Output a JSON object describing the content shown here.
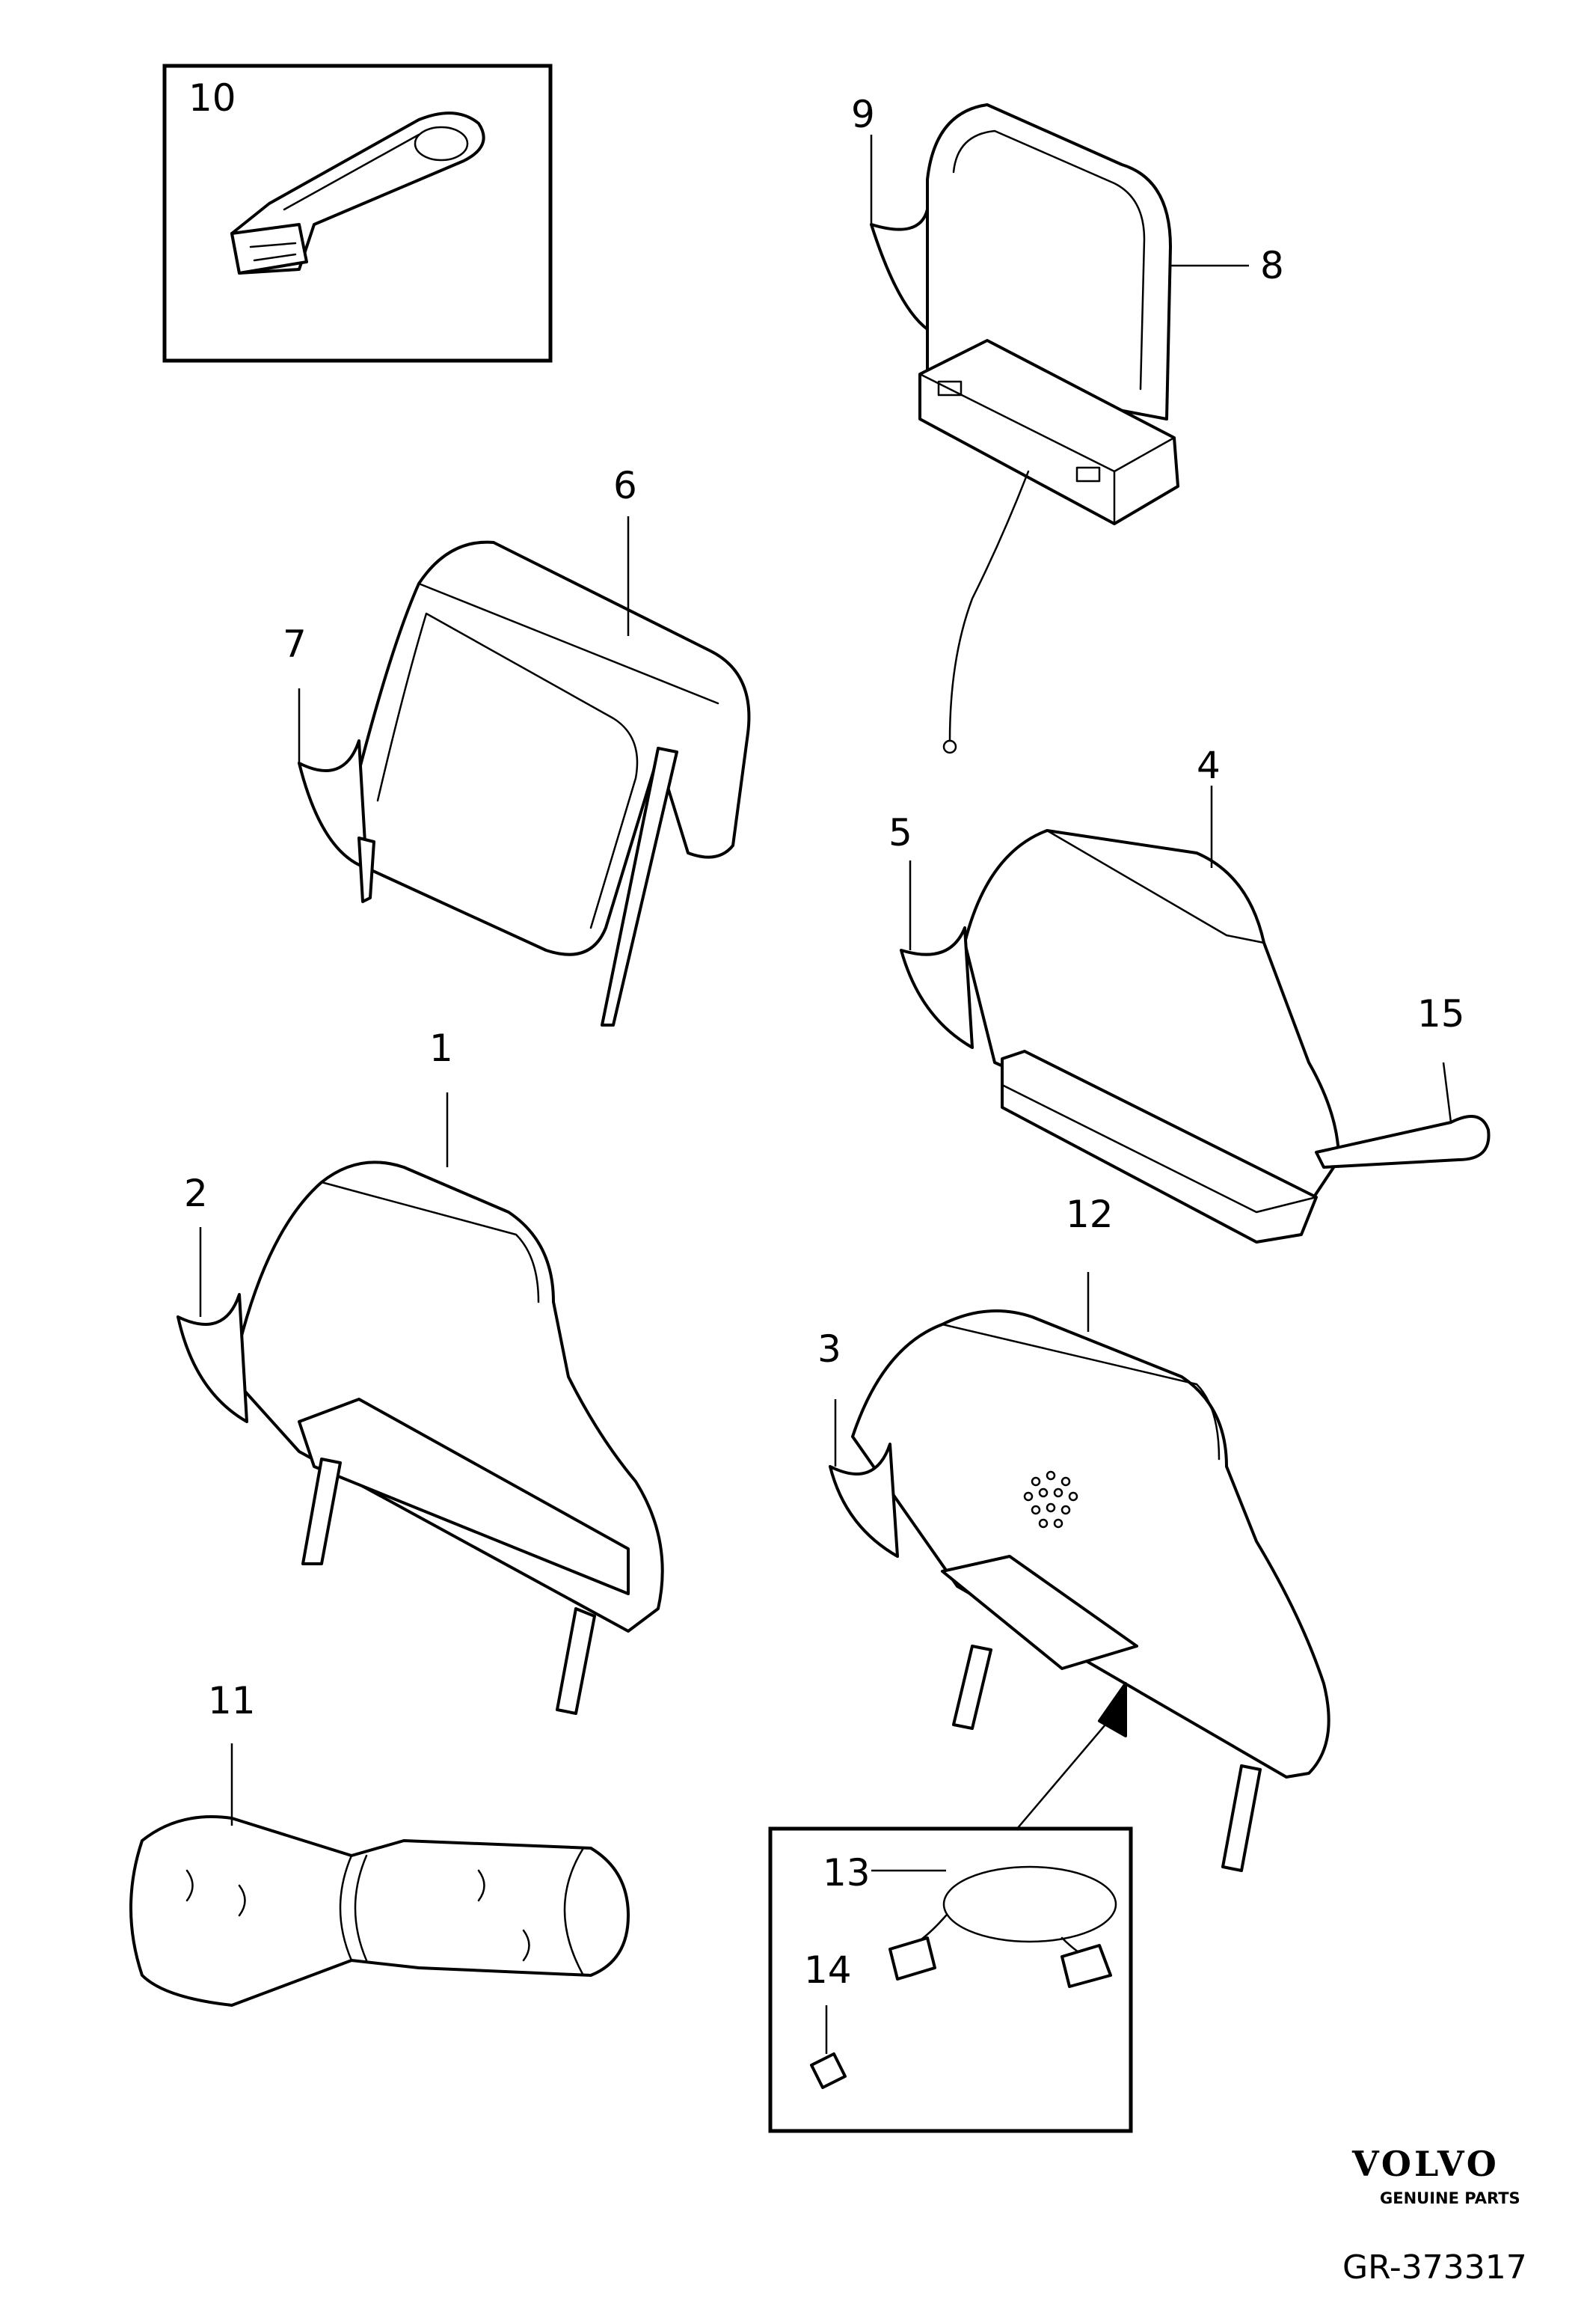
{
  "callouts": {
    "c1": "1",
    "c2": "2",
    "c3": "3",
    "c4": "4",
    "c5": "5",
    "c6": "6",
    "c7": "7",
    "c8": "8",
    "c9": "9",
    "c10": "10",
    "c11": "11",
    "c12": "12",
    "c13": "13",
    "c14": "14",
    "c15": "15"
  },
  "brand": {
    "name": "VOLVO",
    "tagline": "GENUINE PARTS"
  },
  "diagram_code": "GR-373317"
}
